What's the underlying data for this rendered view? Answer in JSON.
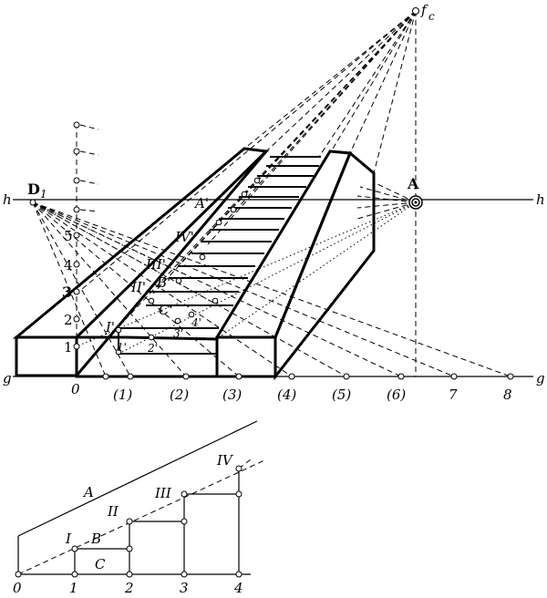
{
  "top": {
    "label_fc": "f",
    "label_fc_sub": "c",
    "label_A": "A",
    "label_D1": "D",
    "label_D1_sub": "1",
    "label_h": "h",
    "label_h_right": "h",
    "label_g": "g",
    "label_g_right": "g",
    "label_Aprime": "A'",
    "label_Bprime": "B'",
    "label_Cprime": "C'",
    "roman": [
      "I'",
      "II'",
      "III'",
      "IV'"
    ],
    "small_marks": [
      "1'",
      "2'",
      "3'",
      "4'"
    ],
    "left_scale": [
      "1",
      "2",
      "3",
      "4",
      "5"
    ],
    "ground_ticks": [
      "0",
      "(1)",
      "(2)",
      "(3)",
      "(4)",
      "(5)",
      "(6)",
      "7",
      "8"
    ]
  },
  "bottom": {
    "label_A": "A",
    "label_B": "B",
    "label_C": "C",
    "roman": [
      "I",
      "II",
      "III",
      "IV"
    ],
    "ticks": [
      "0",
      "1",
      "2",
      "3",
      "4"
    ]
  }
}
